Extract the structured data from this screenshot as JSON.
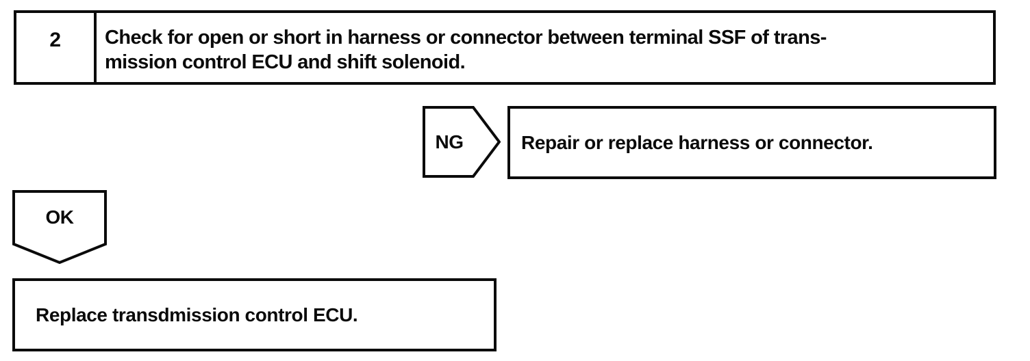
{
  "step": {
    "number": "2",
    "instruction_lines": [
      "Check for open or short in harness or connector between terminal SSF of trans-",
      "mission control ECU and shift solenoid."
    ]
  },
  "ng_branch": {
    "label": "NG",
    "action": "Repair or replace harness or connector."
  },
  "ok_branch": {
    "label": "OK",
    "action": "Replace transdmission control ECU."
  },
  "colors": {
    "ink": "#0b0b0b",
    "background": "#ffffff"
  }
}
